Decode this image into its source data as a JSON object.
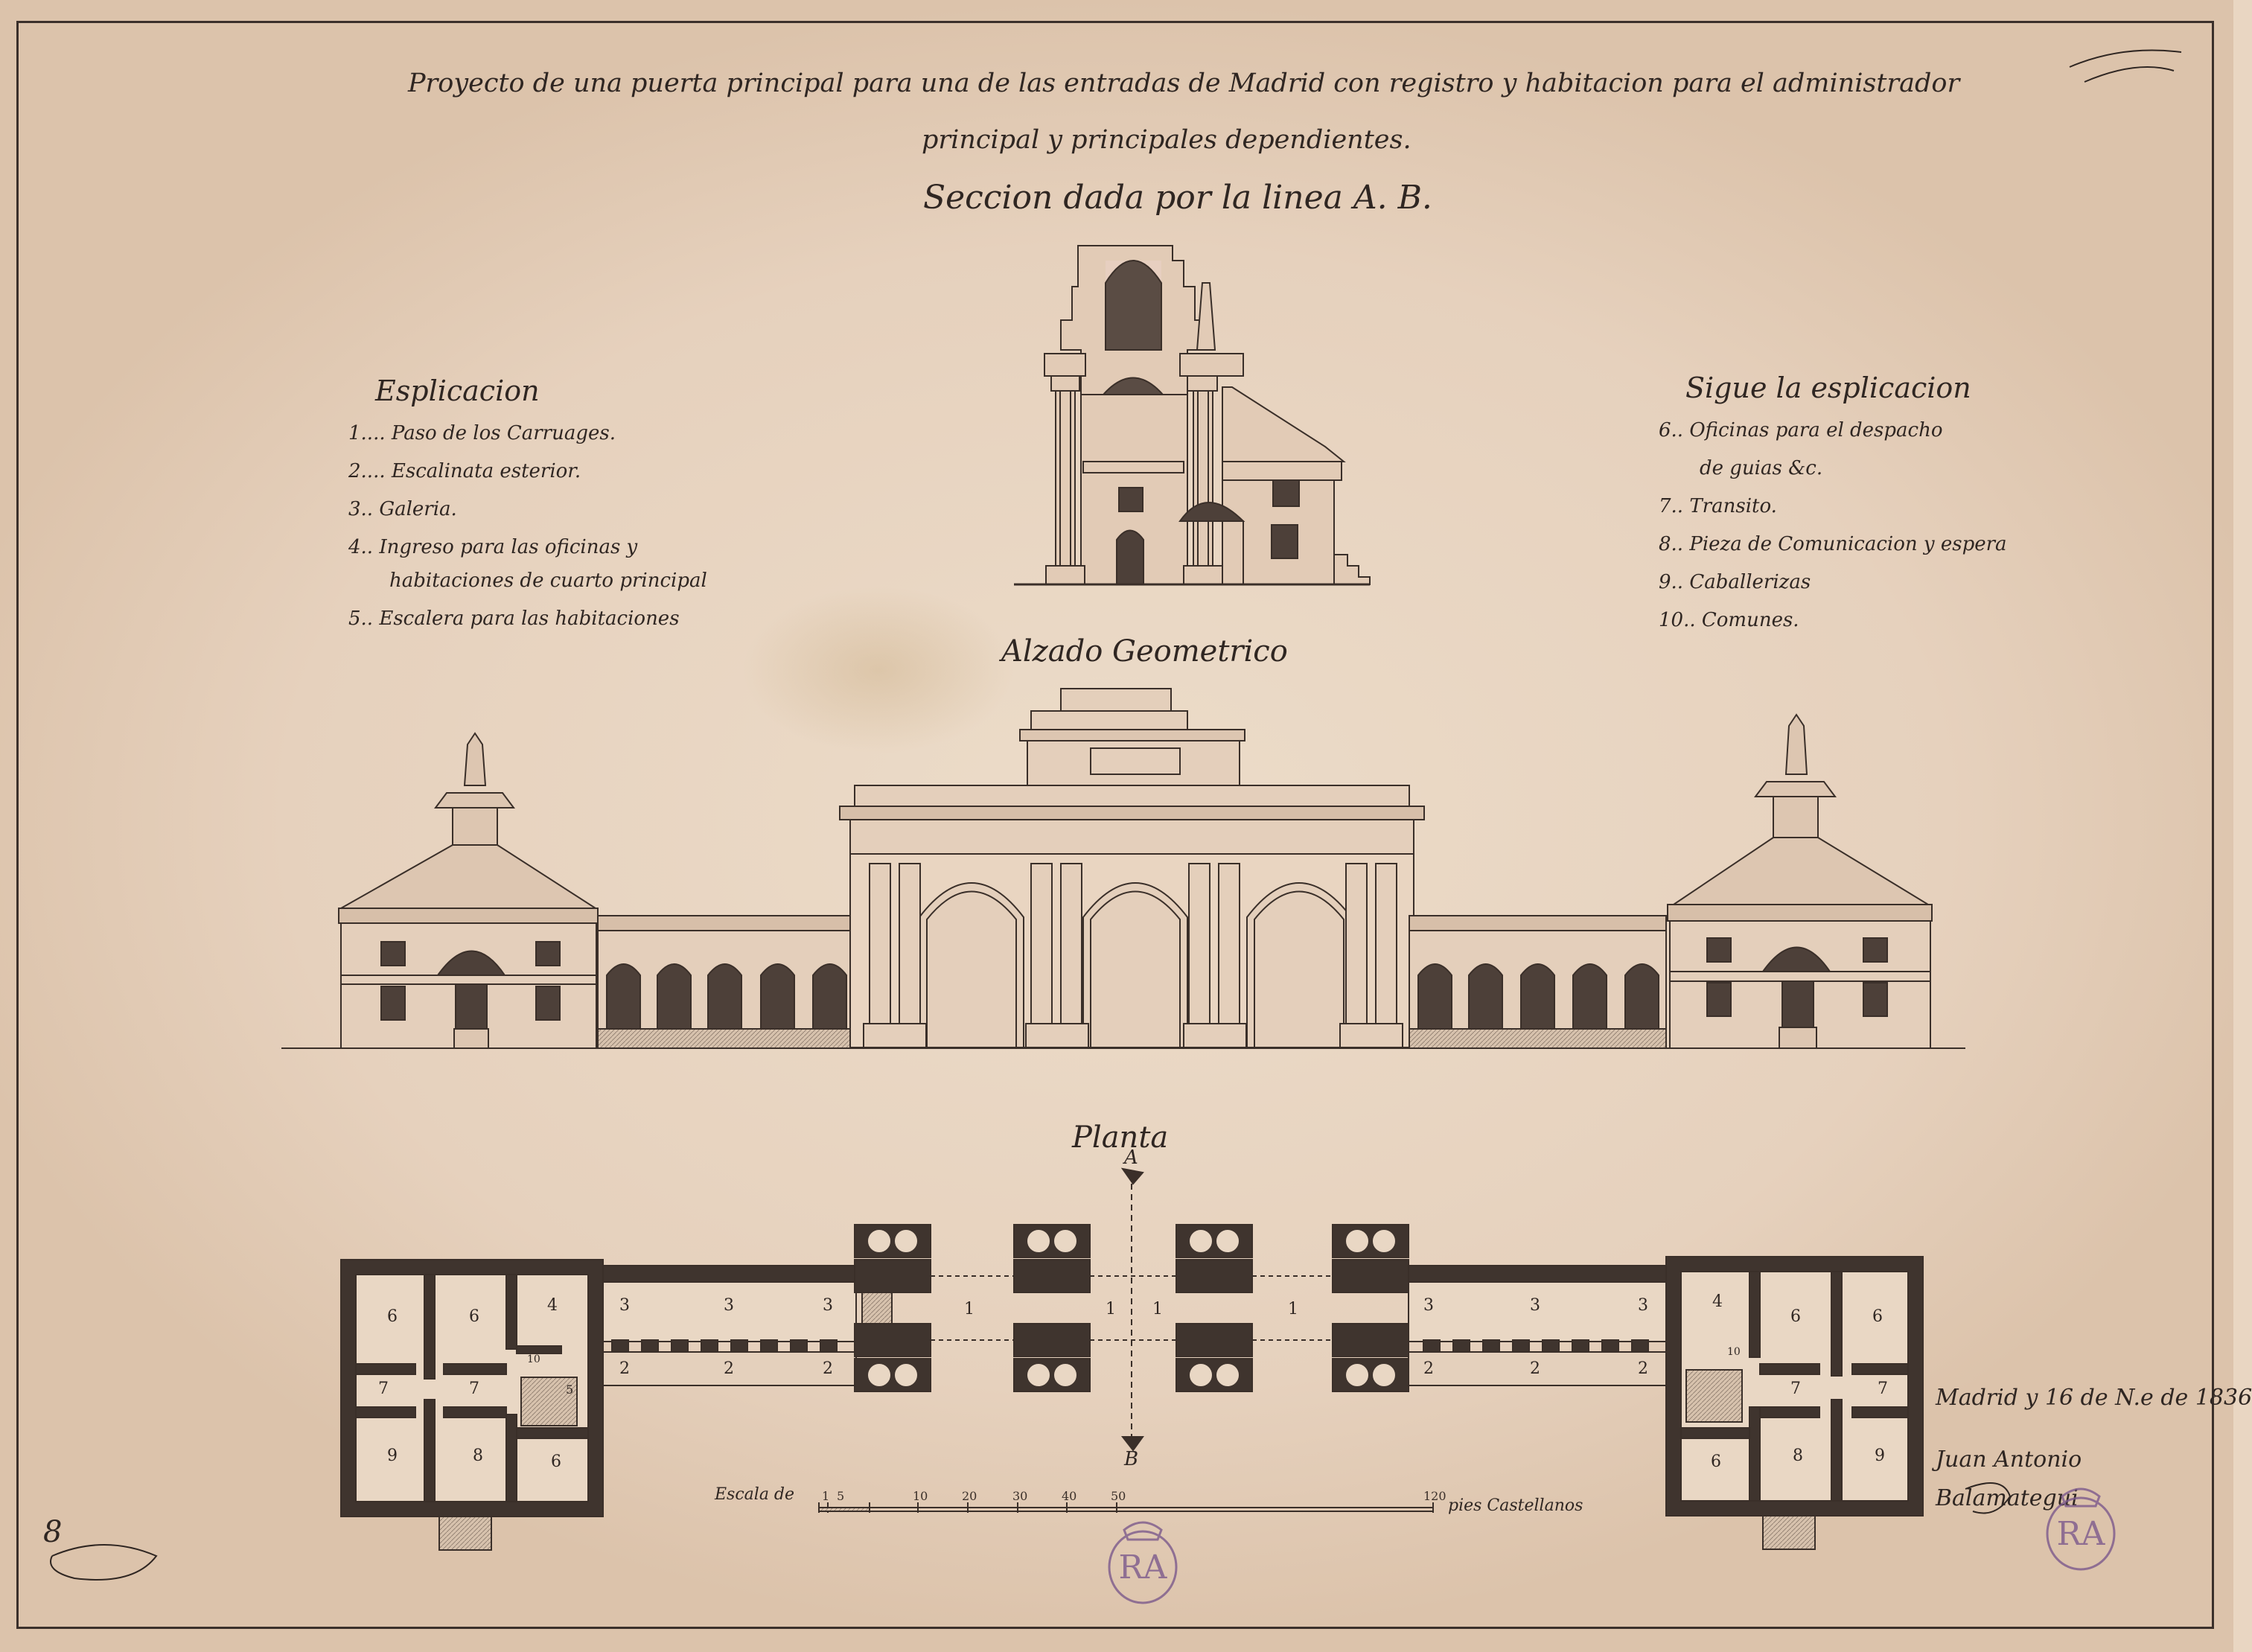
{
  "title": {
    "line1": "Proyecto de una puerta principal para una de las entradas de Madrid con registro y habitacion para el administrador",
    "line2": "principal y principales dependientes."
  },
  "section": {
    "title": "Seccion dada por la linea A. B."
  },
  "explanation_left": {
    "heading": "Esplicacion",
    "items": [
      "1.... Paso de los Carruages.",
      "2.... Escalinata esterior.",
      "3.. Galeria.",
      "4.. Ingreso para las oficinas y",
      "habitaciones de cuarto principal",
      "5.. Escalera para las habitaciones"
    ]
  },
  "explanation_right": {
    "heading": "Sigue la esplicacion",
    "items": [
      "6.. Oficinas para el despacho",
      "de guias &c.",
      "7.. Transito.",
      "8.. Pieza de Comunicacion y espera",
      "9.. Caballerizas",
      "10.. Comunes."
    ]
  },
  "elevation": {
    "title": "Alzado Geometrico"
  },
  "plan": {
    "title": "Planta",
    "marker_a": "A",
    "marker_b": "B",
    "room_numbers_left": [
      "6",
      "6",
      "4",
      "3",
      "3",
      "3",
      "10",
      "7",
      "7",
      "5",
      "2",
      "2",
      "2",
      "9",
      "8",
      "6"
    ],
    "passage_numbers": [
      "1",
      "1",
      "1",
      "1"
    ],
    "room_numbers_right": [
      "3",
      "3",
      "3",
      "4",
      "6",
      "6",
      "2",
      "2",
      "2",
      "10",
      "7",
      "7",
      "6",
      "8",
      "9"
    ]
  },
  "scale": {
    "label": "Escala de",
    "ticks": [
      "1",
      "5",
      "10",
      "20",
      "30",
      "40",
      "50",
      "120"
    ],
    "unit": "pies Castellanos"
  },
  "signature": {
    "place_date": "Madrid y 16 de N.e de 1836",
    "name": "Juan Antonio Balamategui"
  },
  "marks": {
    "bottom_left": "8",
    "top_right_flourish": ""
  }
}
